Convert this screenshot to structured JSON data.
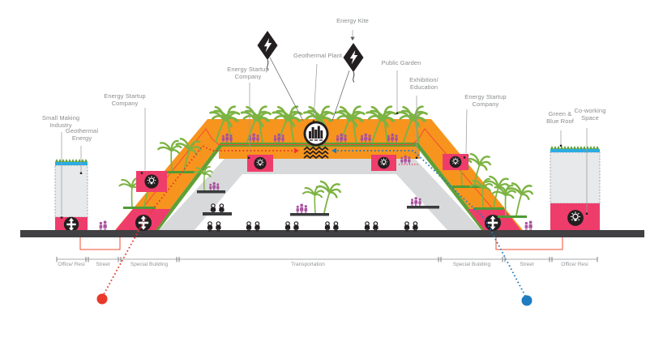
{
  "labels": {
    "energy_kite": "Energy Kite",
    "geothermal_plant": "Geothermal Plant",
    "public_garden": "Public Garden",
    "exhibition_education": "Exhibition/\nEducation",
    "energy_startup_left": "Energy Startup\nCompany",
    "energy_startup_mid": "Energy Startup\nCompany",
    "energy_startup_right": "Energy Startup\nCompany",
    "small_making_industry": "Small Making\nIndustry",
    "geothermal_energy": "Geothermal\nEnergy",
    "green_blue_roof": "Green &\nBlue Roof",
    "co_working_space": "Co-working\nSpace"
  },
  "axis_sections": [
    {
      "label": "Office/ Resi"
    },
    {
      "label": "Street"
    },
    {
      "label": "Special Building"
    },
    {
      "label": "Transportation"
    },
    {
      "label": "Special Building"
    },
    {
      "label": "Street"
    },
    {
      "label": "Office/ Resi"
    }
  ],
  "icons": {
    "kite": "kite-lightning-icon",
    "lightbulb": "lightbulb-icon",
    "geothermal_plant": "city-over-steam-icon",
    "geothermal_well": "drill-cross-icon",
    "people_standing": "standing-people-icon",
    "people_seated": "seated-people-icon",
    "palm_tree": "palm-tree-icon"
  },
  "colors": {
    "orange_deck": "#F7941E",
    "green_stripe": "#5FA037",
    "tree_green": "#7CB342",
    "gray_structure": "#D8D9DA",
    "building_gray": "#E8E9EA",
    "ground_dark": "#414042",
    "pink": "#EE3D6B",
    "purple_people": "#A9519F",
    "red_route": "#E8392B",
    "blue_route": "#1F7CC0",
    "roof_teal": "#2BACE2",
    "thin_red_line": "#F04E30",
    "label_gray": "#8A8C8E",
    "icon_black": "#231F20"
  }
}
